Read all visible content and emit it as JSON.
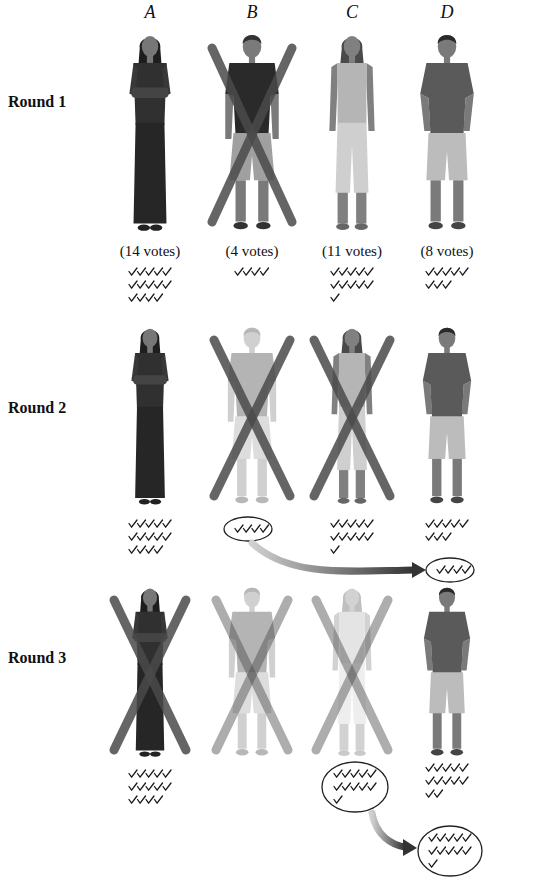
{
  "diagram": {
    "labels": [
      "A",
      "B",
      "C",
      "D",
      "Round 1",
      "(14 votes)",
      "(4 votes)",
      "(11 votes)",
      "(8 votes)",
      "Round 2",
      "Round 3"
    ]
  }
}
